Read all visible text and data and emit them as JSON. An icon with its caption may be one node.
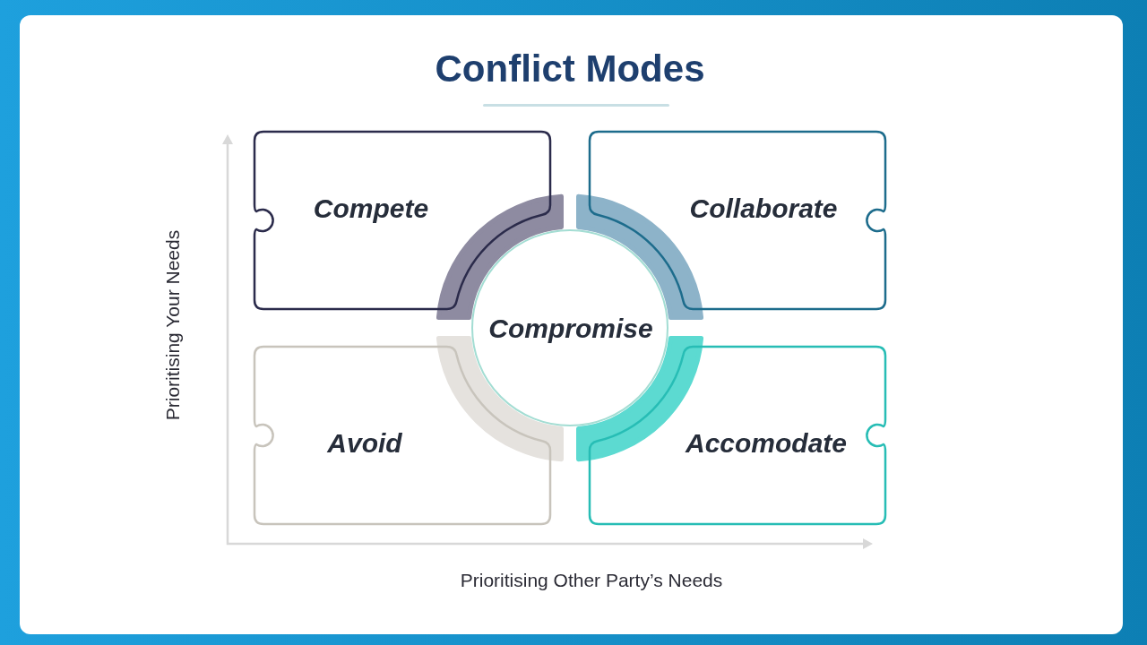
{
  "diagram": {
    "title": "Conflict Modes",
    "nodes": [
      {
        "text": [
          "Compete"
        ]
      },
      {
        "text": [
          "Collaborate"
        ]
      },
      {
        "text": [
          "Compromise"
        ]
      },
      {
        "text": [
          "Avoid"
        ]
      },
      {
        "text": [
          "Accomodate"
        ]
      }
    ],
    "labels": [
      "Prioritising Your Needs",
      "Prioritising Other Party’s Needs"
    ]
  }
}
